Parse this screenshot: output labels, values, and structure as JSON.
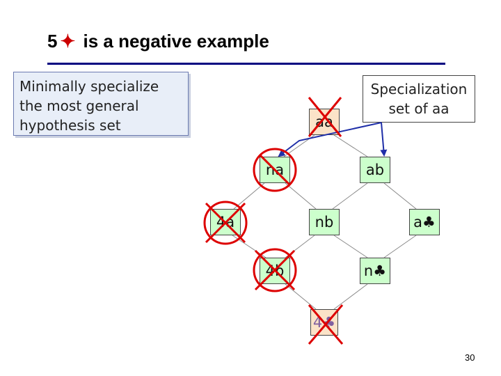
{
  "title": {
    "prefix": "5",
    "star": "✦",
    "suffix": "is a negative example"
  },
  "callouts": {
    "left_text": "Minimally specialize the most general hypothesis set",
    "right_text": "Specialization set of aa"
  },
  "nodes": {
    "aa": "aa",
    "na": "na",
    "ab": "ab",
    "4a": "4a",
    "nb": "nb",
    "a_club": "a♣",
    "4b": "4b",
    "n_club": "n♣",
    "4_club": "4♣"
  },
  "colors": {
    "node_green": "#ccffcc",
    "node_tan": "#fbe3c8",
    "cross_red": "#dd0000",
    "arrow_blue": "#1f2fa8",
    "rule_navy": "#000080"
  },
  "page_number": "30"
}
